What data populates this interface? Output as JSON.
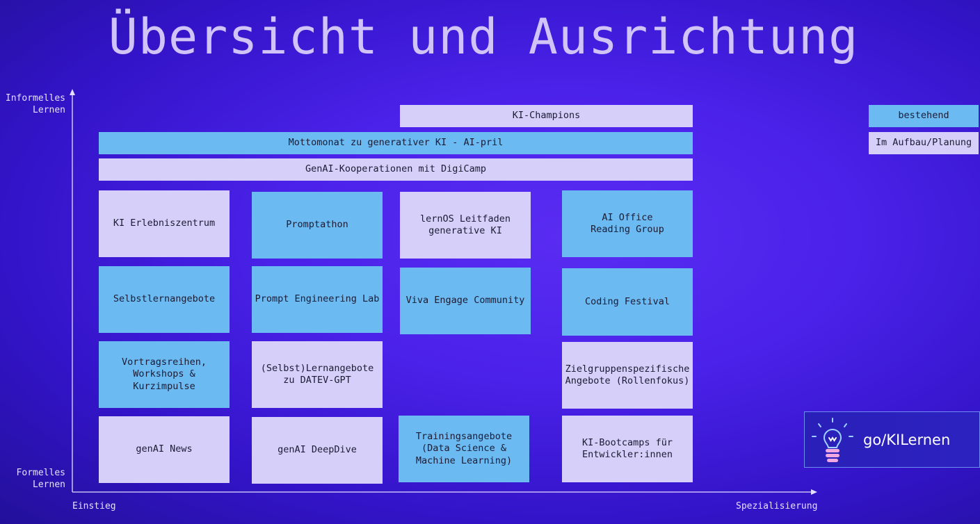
{
  "title": "Übersicht und Ausrichtung",
  "axes": {
    "y_top": "Informelles\nLernen",
    "y_bottom": "Formelles\nLernen",
    "x_left": "Einstieg",
    "x_right": "Spezialisierung"
  },
  "legend": {
    "existing": "bestehend",
    "planned": "Im Aufbau/Planung",
    "colors": {
      "existing": "#6cbaf2",
      "planned": "#d6cffa"
    }
  },
  "bars": {
    "champions": "KI-Champions",
    "mottomonat": "Mottomonat zu generativer KI - AI-pril",
    "kooperationen": "GenAI-Kooperationen mit DigiCamp"
  },
  "cells": {
    "erlebniszentrum": "KI Erlebniszentrum",
    "promptathon": "Promptathon",
    "leitfaden": "lernOS Leitfaden\ngenerative KI",
    "reading_group": "AI Office\nReading Group",
    "selbstlern": "Selbstlernangebote",
    "prompt_lab": "Prompt Engineering Lab",
    "viva_engage": "Viva Engage Community",
    "coding_festival": "Coding Festival",
    "vortragsreihen": "Vortragsreihen,\nWorkshops & Kurzimpulse",
    "datev_gpt": "(Selbst)Lernangebote\nzu DATEV-GPT",
    "zielgruppen": "Zielgruppenspezifische\nAngebote (Rollenfokus)",
    "genai_news": "genAI News",
    "genai_deepdive": "genAI DeepDive",
    "training": "Trainingsangebote\n(Data Science &\nMachine Learning)",
    "bootcamps": "KI-Bootcamps für\nEntwickler:innen"
  },
  "logo": {
    "text": "go/KILernen",
    "icon": "lightbulb-icon"
  }
}
